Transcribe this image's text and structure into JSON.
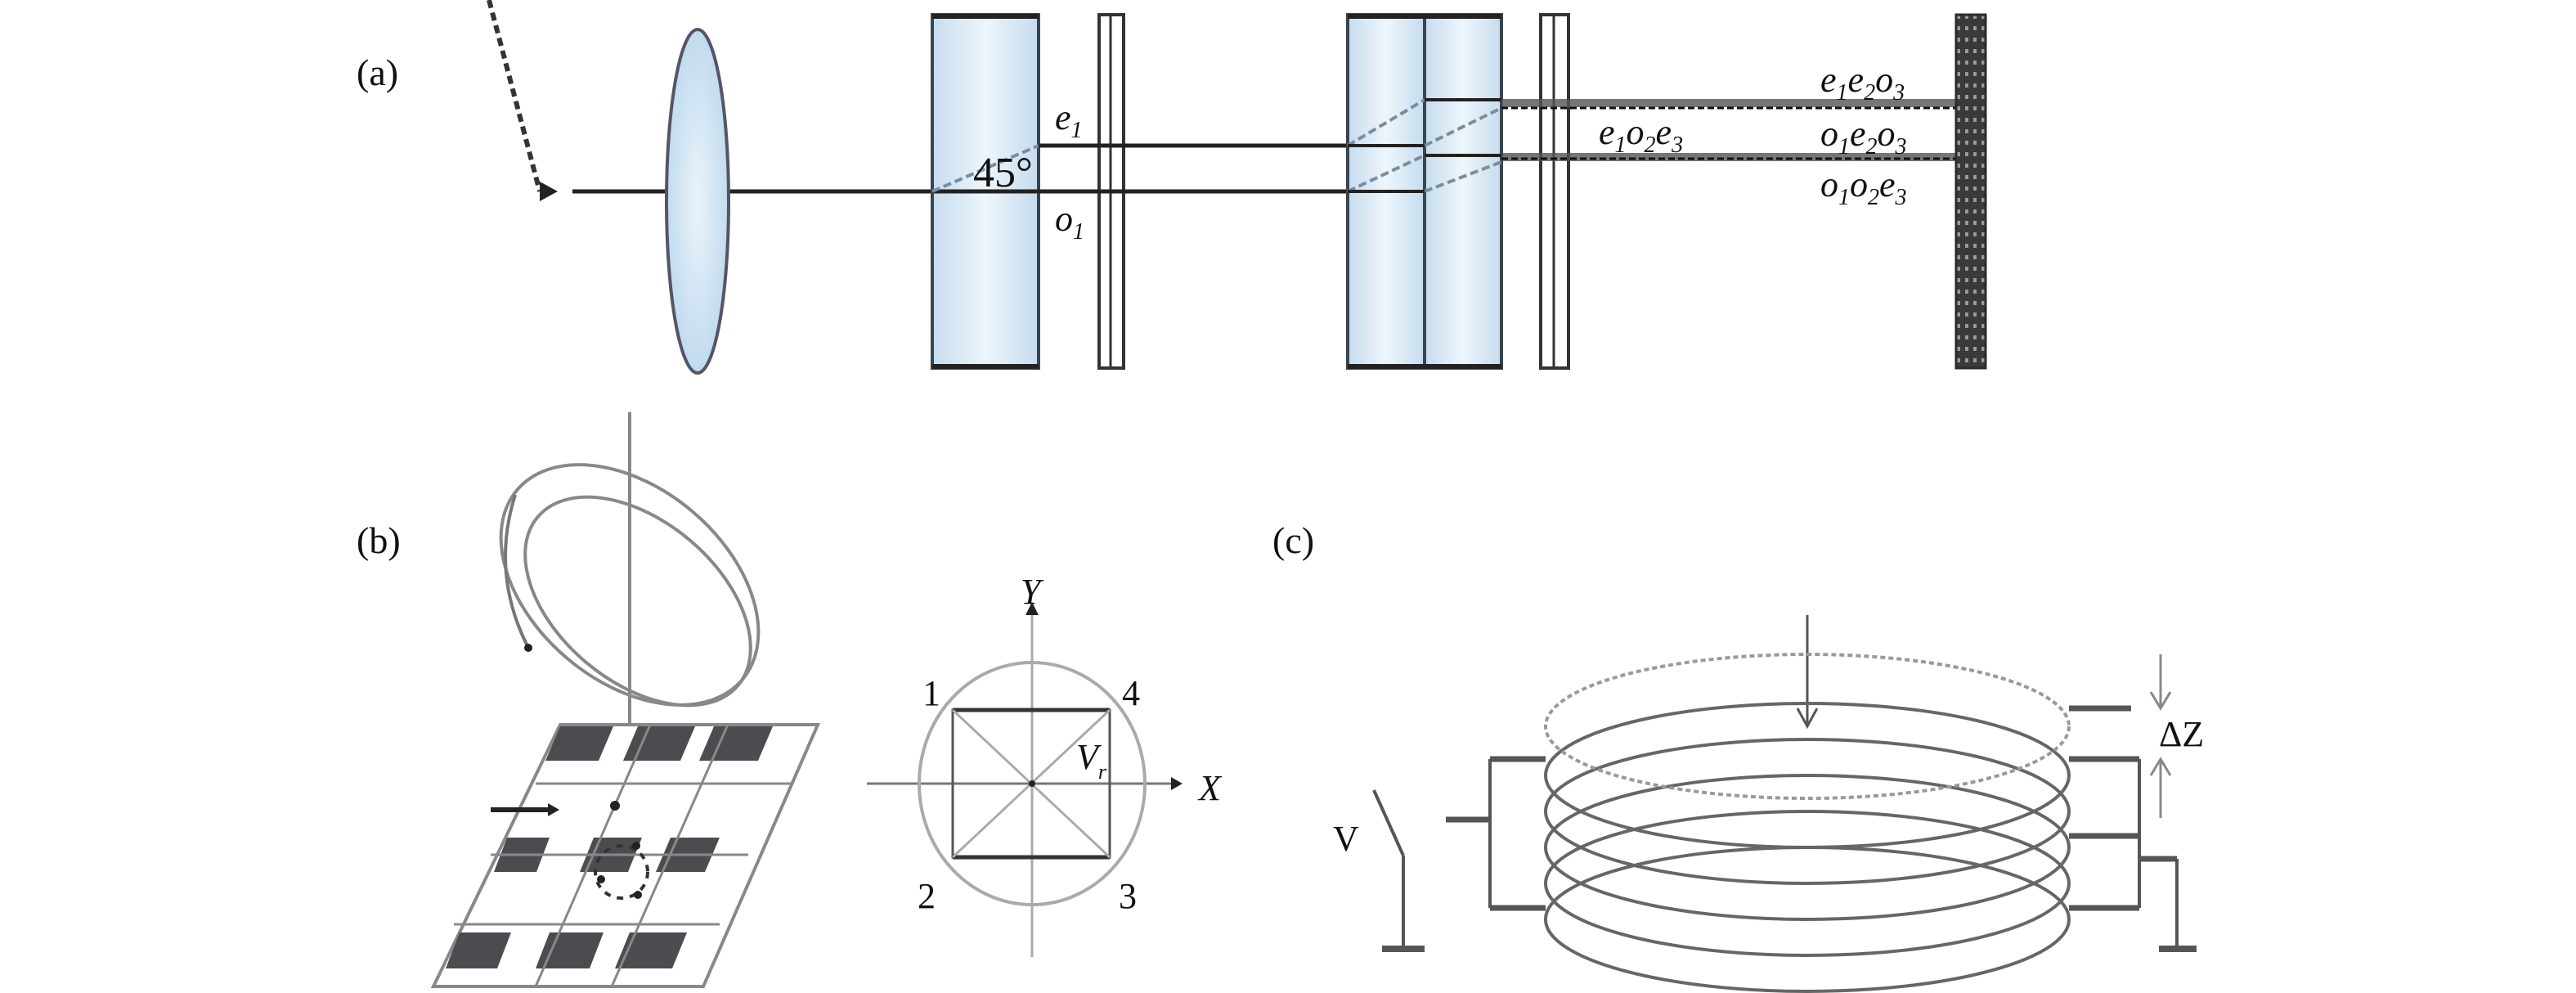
{
  "panels": {
    "a": {
      "label": "(a)",
      "angle_label": "45°",
      "beams": [
        {
          "main": "e",
          "sub": "1"
        },
        {
          "main": "o",
          "sub": "1"
        }
      ],
      "middle_beam": {
        "parts": [
          [
            "e",
            "1"
          ],
          [
            "o",
            "2"
          ],
          [
            "e",
            "3"
          ]
        ]
      },
      "outputs": [
        {
          "parts": [
            [
              "e",
              "1"
            ],
            [
              "e",
              "2"
            ],
            [
              "o",
              "3"
            ]
          ]
        },
        {
          "parts": [
            [
              "o",
              "1"
            ],
            [
              "e",
              "2"
            ],
            [
              "o",
              "3"
            ]
          ]
        },
        {
          "parts": [
            [
              "o",
              "1"
            ],
            [
              "o",
              "2"
            ],
            [
              "e",
              "3"
            ]
          ]
        }
      ]
    },
    "b": {
      "label": "(b)",
      "axis_x": "X",
      "axis_y": "Y",
      "vr_main": "V",
      "vr_sub": "r",
      "corners": [
        "1",
        "2",
        "3",
        "4"
      ]
    },
    "c": {
      "label": "(c)",
      "voltage_label": "V",
      "delta_label": "ΔZ"
    }
  },
  "colors": {
    "crystal_fill": "#d3e6f3",
    "line": "#222222",
    "grey": "#8a8a8a",
    "dark_square": "#4a4c50"
  }
}
